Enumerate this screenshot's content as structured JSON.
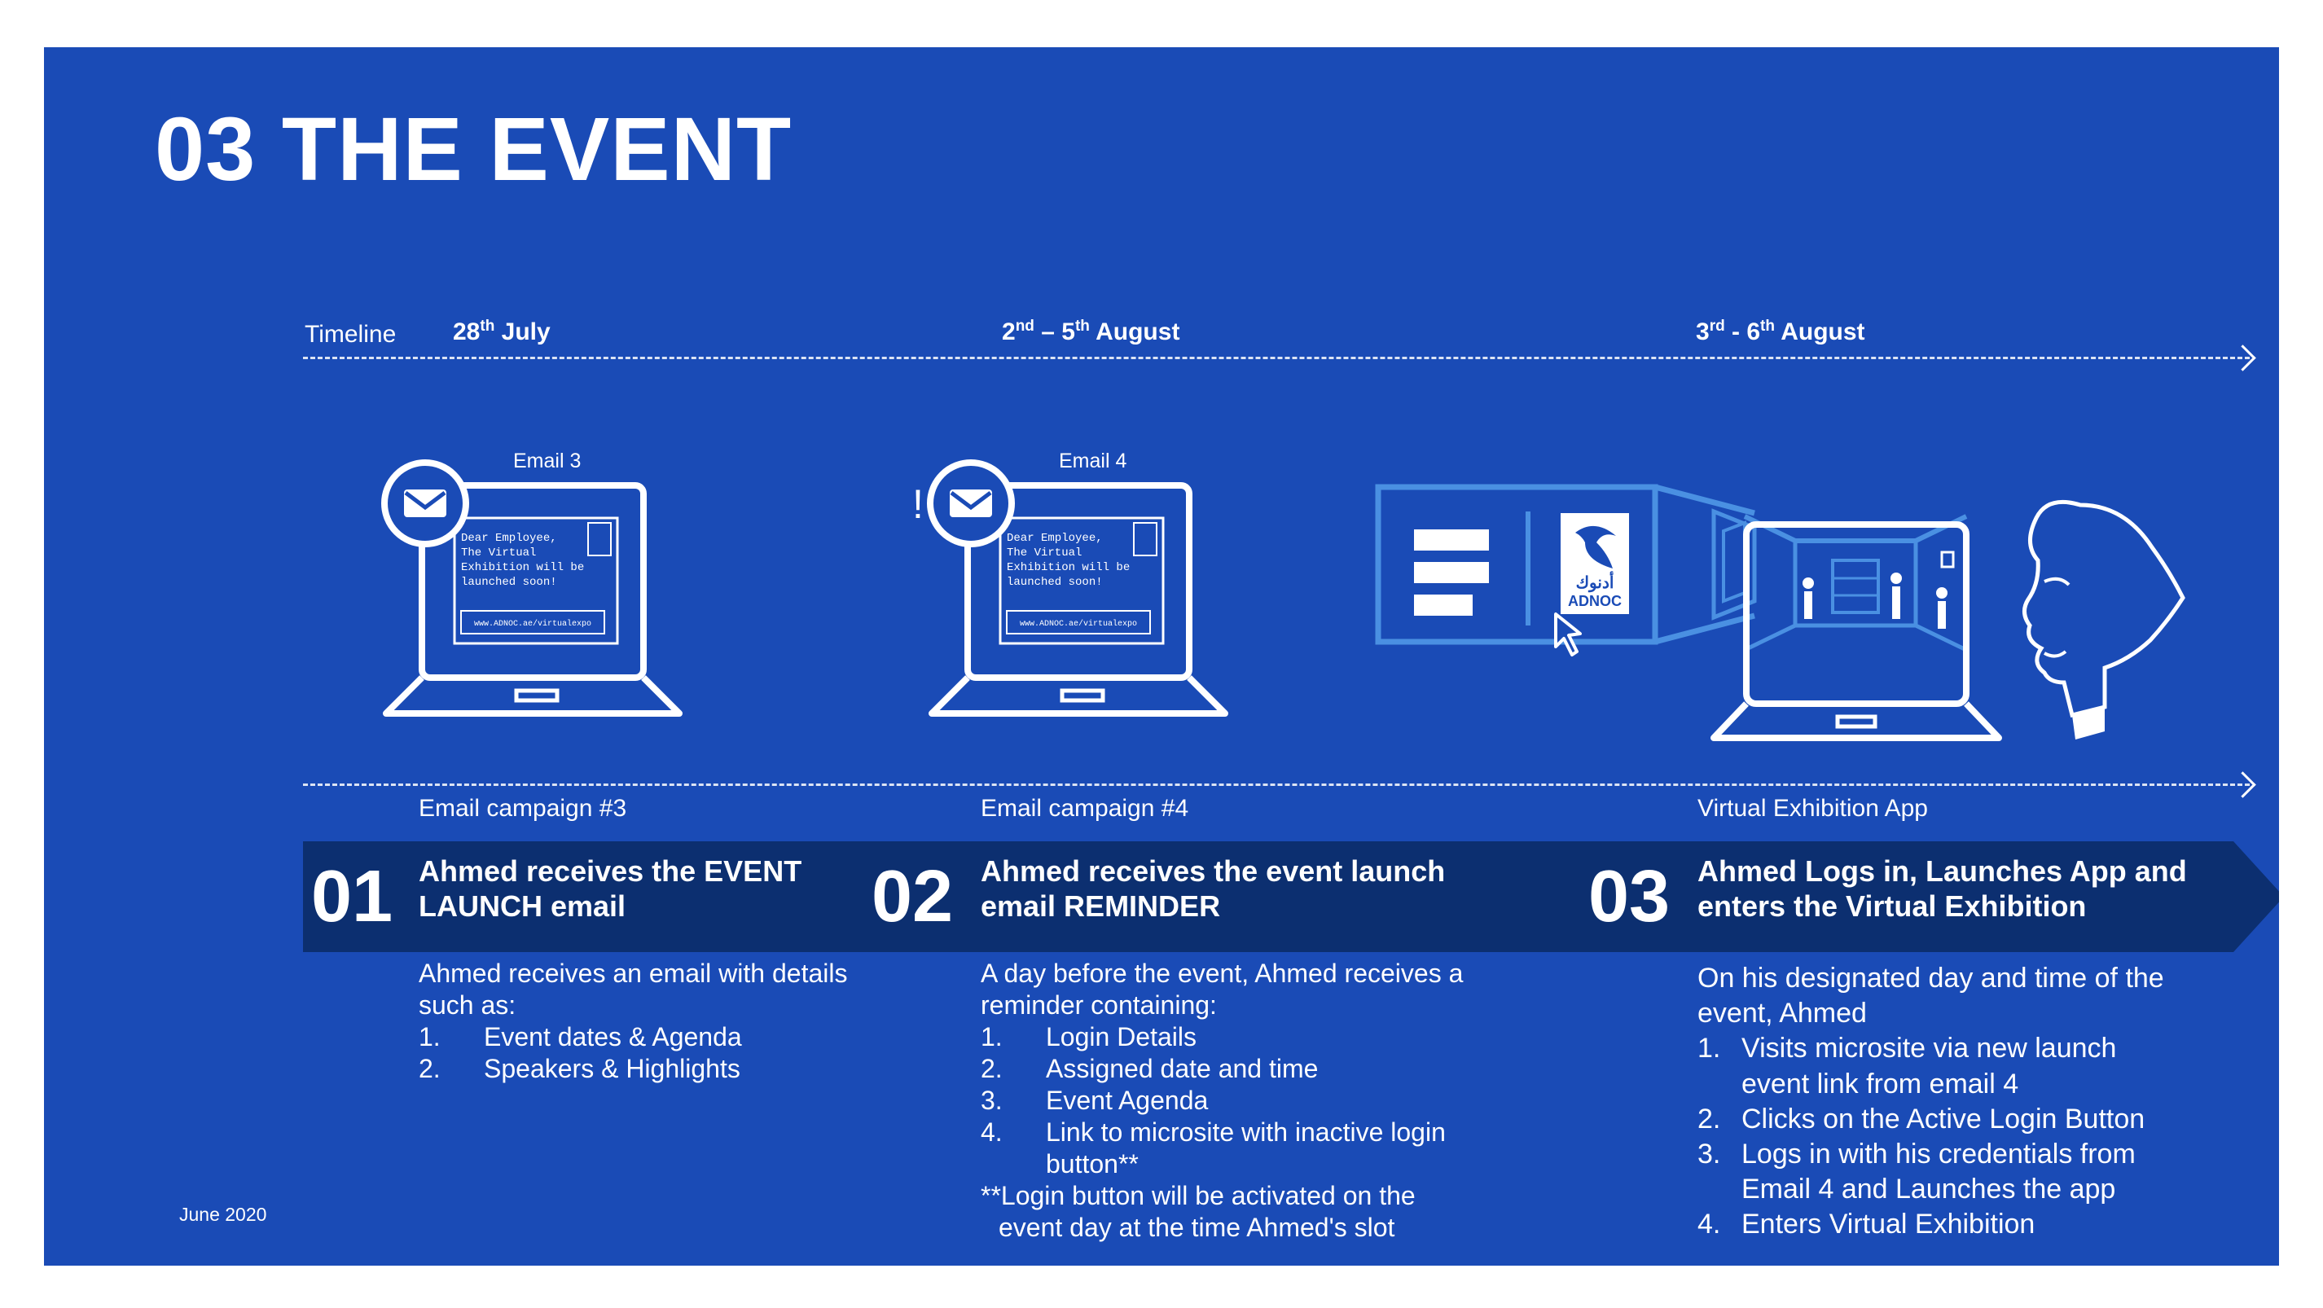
{
  "title": "03 THE EVENT",
  "timeline": {
    "label": "Timeline",
    "dates": [
      {
        "day": "28",
        "suffix": "th",
        "rest": " July"
      },
      {
        "day": "2",
        "suffix": "nd",
        "mid": " – 5",
        "suffix2": "th",
        "rest": " August"
      },
      {
        "day": "3",
        "suffix": "rd",
        "mid": " - 6",
        "suffix2": "th",
        "rest": " August"
      }
    ]
  },
  "illustrations": {
    "email3": {
      "label": "Email 3",
      "screen_lines": [
        "Dear Employee,",
        "The Virtual",
        "Exhibition will be",
        "launched soon!"
      ],
      "url": "www.ADNOC.ae/virtualexpo"
    },
    "email4": {
      "label": "Email 4",
      "alert": "!",
      "screen_lines": [
        "Dear Employee,",
        "The Virtual",
        "Exhibition will be",
        "launched soon!"
      ],
      "url": "www.ADNOC.ae/virtualexpo"
    },
    "app": {
      "logo_arabic": "أدنوك",
      "logo_text": "ADNOC"
    }
  },
  "campaigns": [
    "Email campaign #3",
    "Email campaign #4",
    "Virtual Exhibition App"
  ],
  "steps": [
    {
      "num": "01",
      "title_lines": [
        "Ahmed receives the EVENT",
        "LAUNCH email"
      ]
    },
    {
      "num": "02",
      "title_lines": [
        "Ahmed receives the event launch",
        "email REMINDER"
      ]
    },
    {
      "num": "03",
      "title_lines": [
        "Ahmed Logs in, Launches App and",
        "enters the Virtual Exhibition"
      ]
    }
  ],
  "descriptions": [
    {
      "intro": [
        "Ahmed receives an email with details",
        "such as:"
      ],
      "items": [
        {
          "n": "1.",
          "text": "Event dates & Agenda"
        },
        {
          "n": "2.",
          "text": "Speakers & Highlights"
        }
      ]
    },
    {
      "intro": [
        "A day before the event, Ahmed receives a",
        "reminder containing:"
      ],
      "items": [
        {
          "n": "1.",
          "text": "Login Details"
        },
        {
          "n": "2.",
          "text": "Assigned date and time"
        },
        {
          "n": "3.",
          "text": "Event Agenda"
        },
        {
          "n": "4.",
          "text": "Link to microsite with inactive login button**"
        }
      ],
      "note": [
        "**Login button will be activated on the",
        "event day at the time Ahmed's slot"
      ]
    },
    {
      "intro": [
        "On his designated day and time of the",
        "event, Ahmed"
      ],
      "items": [
        {
          "n": "1.",
          "text": "Visits microsite via new launch event link from email 4"
        },
        {
          "n": "2.",
          "text": "Clicks on the Active Login Button"
        },
        {
          "n": "3.",
          "text": "Logs in with his credentials from Email 4 and Launches the app"
        },
        {
          "n": "4.",
          "text": "Enters Virtual Exhibition"
        }
      ]
    }
  ],
  "footer": "June 2020",
  "colors": {
    "background": "#1a4bb6",
    "band": "#0c2f70",
    "text": "#ffffff",
    "accent_light": "#4a90e2"
  }
}
